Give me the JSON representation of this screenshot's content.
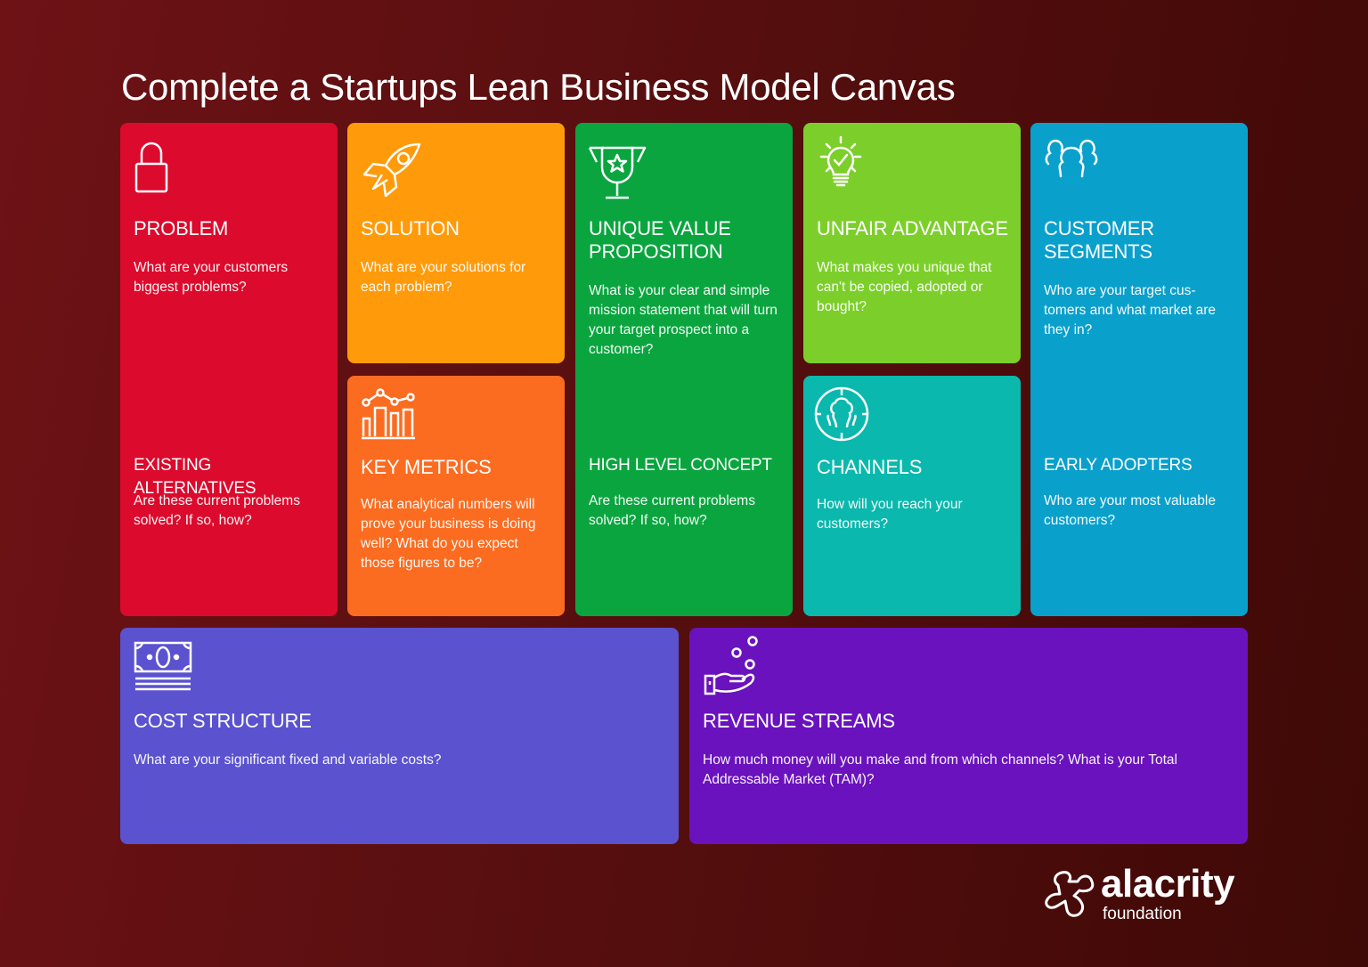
{
  "title": "Complete a Startups Lean Business Model Canvas",
  "colors": {
    "background": "#5a0f10",
    "problem": "#dc0a2c",
    "solution": "#ff9a0a",
    "key_metrics": "#fb6c20",
    "uvp": "#0aa53f",
    "unfair_advantage": "#7ccf2a",
    "channels": "#0ab8ad",
    "customer_segments": "#0aa0cc",
    "cost_structure": "#5b52cf",
    "revenue_streams": "#6a12bd"
  },
  "blocks": {
    "problem": {
      "icon": "padlock-icon",
      "heading": "PROBLEM",
      "text": "What are your customers biggest problems?",
      "sub_heading": "EXISTING ALTERNATIVES",
      "sub_text": "Are these current problems solved? If so, how?"
    },
    "solution": {
      "icon": "rocket-icon",
      "heading": "SOLUTION",
      "text": "What are your solutions for each problem?"
    },
    "key_metrics": {
      "icon": "bar-chart-icon",
      "heading": "KEY METRICS",
      "text": "What analytical numbers will prove your business is doing well? What do you expect those figures to be?"
    },
    "uvp": {
      "icon": "trophy-icon",
      "heading": "UNIQUE VALUE PROPOSITION",
      "text": "What is your clear and simple mission statement that will turn your target prospect into a customer?",
      "sub_heading": "HIGH LEVEL CONCEPT",
      "sub_text": "Are these current problems solved? If so, how?"
    },
    "unfair_advantage": {
      "icon": "lightbulb-icon",
      "heading": "UNFAIR ADVANTAGE",
      "text": "What makes you unique that can't be copied, adopted or bought?"
    },
    "channels": {
      "icon": "target-people-icon",
      "heading": "CHANNELS",
      "text": "How will you reach your customers?"
    },
    "customer_segments": {
      "icon": "users-icon",
      "heading": "CUSTOMER SEGMENTS",
      "text": "Who are your target cus-tomers and what market are they in?",
      "sub_heading": "EARLY ADOPTERS",
      "sub_text": "Who are your most valuable customers?"
    },
    "cost_structure": {
      "icon": "banknote-icon",
      "heading": "COST STRUCTURE",
      "text": "What are your significant fixed and variable costs?"
    },
    "revenue_streams": {
      "icon": "hand-coins-icon",
      "heading": "REVENUE STREAMS",
      "text": "How much money will you make and from which channels? What is your Total Addressable Market (TAM)?"
    }
  },
  "logo": {
    "name": "alacrity",
    "sub": "foundation"
  }
}
